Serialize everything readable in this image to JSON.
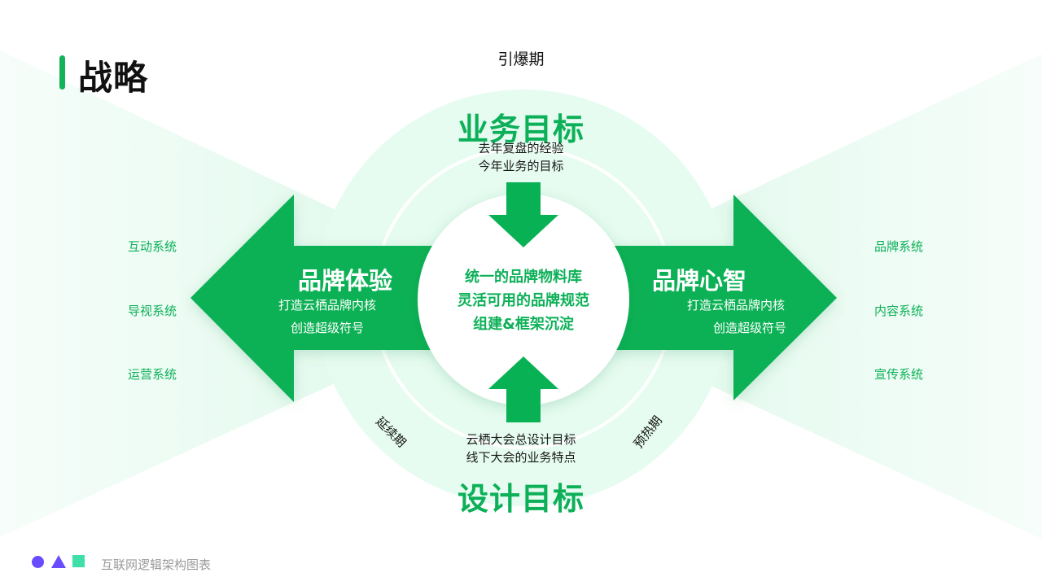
{
  "header": {
    "title": "战略"
  },
  "diagram": {
    "phase_top": "引爆期",
    "phase_left": "延续期",
    "phase_right": "预热期",
    "top": {
      "title": "业务目标",
      "lines": [
        "去年复盘的经验",
        "今年业务的目标"
      ]
    },
    "bottom": {
      "title": "设计目标",
      "lines": [
        "云栖大会总设计目标",
        "线下大会的业务特点"
      ]
    },
    "left": {
      "title": "品牌体验",
      "lines": [
        "打造云栖品牌内核",
        "创造超级符号"
      ]
    },
    "right": {
      "title": "品牌心智",
      "lines": [
        "打造云栖品牌内核",
        "创造超级符号"
      ]
    },
    "center": {
      "lines": [
        "统一的品牌物料库",
        "灵活可用的品牌规范",
        "组建&框架沉淀"
      ]
    },
    "left_items": [
      "互动系统",
      "导视系统",
      "运营系统"
    ],
    "right_items": [
      "品牌系统",
      "内容系统",
      "宣传系统"
    ]
  },
  "footer": {
    "text": "互联网逻辑架构图表",
    "shapes": [
      "purple-circle",
      "purple-triangle",
      "mint-square"
    ]
  },
  "colors": {
    "accent_green": "#0db058",
    "arrow_green": "#09b155",
    "light_mint": "#e4fbef",
    "circle_purple": "#6a4cff",
    "triangle_purple": "#6a4cff",
    "square_mint": "#3fe0a8",
    "footer_gray": "#9a9a9a"
  }
}
